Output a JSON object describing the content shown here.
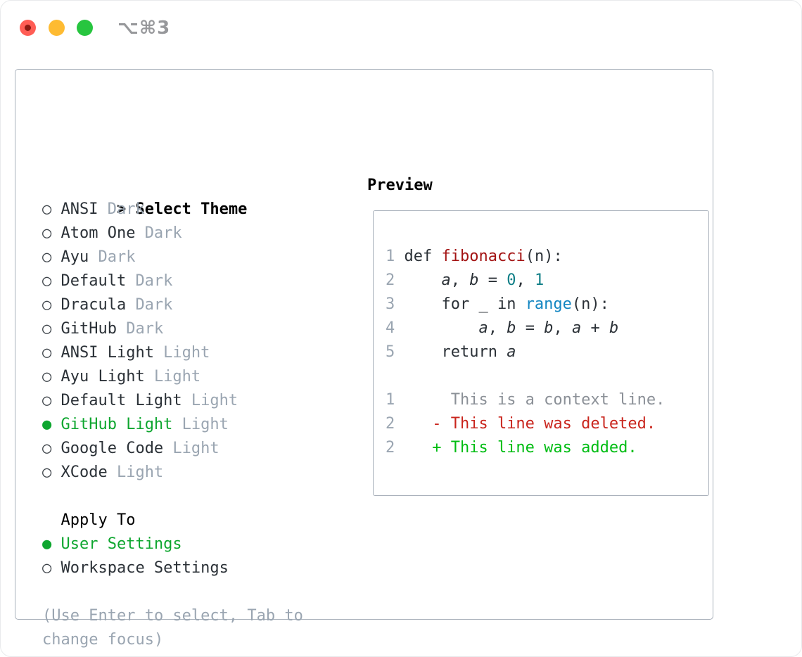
{
  "window": {
    "title": "⌥⌘3",
    "traffic_lights": [
      "close",
      "minimize",
      "zoom"
    ]
  },
  "colors": {
    "text_dark": "#2b3137",
    "muted_gray": "#9aa5b1",
    "selection_green": "#0ea62f",
    "added_green": "#00bd13",
    "deleted_red": "#c9251d",
    "function_red": "#a31313",
    "builtin_blue": "#1386c2",
    "number_teal": "#0e7e86",
    "context_gray": "#8b9097",
    "border_gray": "#a9b1bb",
    "title_gray": "#97989b",
    "traffic_red": "#ff5d55",
    "traffic_red_dot": "#8c1a13",
    "traffic_yellow": "#febb32",
    "traffic_green": "#27c53f"
  },
  "theme_picker": {
    "header_prefix": ">",
    "header": "Select Theme",
    "marker_unselected": "○",
    "marker_selected": "●",
    "themes": [
      {
        "name": "ANSI",
        "tag": "Dark",
        "selected": false
      },
      {
        "name": "Atom One",
        "tag": "Dark",
        "selected": false
      },
      {
        "name": "Ayu",
        "tag": "Dark",
        "selected": false
      },
      {
        "name": "Default",
        "tag": "Dark",
        "selected": false
      },
      {
        "name": "Dracula",
        "tag": "Dark",
        "selected": false
      },
      {
        "name": "GitHub",
        "tag": "Dark",
        "selected": false
      },
      {
        "name": "ANSI Light",
        "tag": "Light",
        "selected": false
      },
      {
        "name": "Ayu Light",
        "tag": "Light",
        "selected": false
      },
      {
        "name": "Default Light",
        "tag": "Light",
        "selected": false
      },
      {
        "name": "GitHub Light",
        "tag": "Light",
        "selected": true
      },
      {
        "name": "Google Code",
        "tag": "Light",
        "selected": false
      },
      {
        "name": "XCode",
        "tag": "Light",
        "selected": false
      }
    ],
    "apply_to": {
      "header": "Apply To",
      "options": [
        {
          "label": "User Settings",
          "selected": true
        },
        {
          "label": "Workspace Settings",
          "selected": false
        }
      ]
    },
    "hint_lines": [
      "(Use Enter to select, Tab to",
      "change focus)"
    ]
  },
  "preview": {
    "header": "Preview",
    "code_lines": [
      [
        {
          "t": "1",
          "c": "ln"
        },
        {
          "t": " def ",
          "c": "txt"
        },
        {
          "t": "fibonacci",
          "c": "fn"
        },
        {
          "t": "(n):",
          "c": "txt"
        }
      ],
      [
        {
          "t": "2",
          "c": "ln"
        },
        {
          "t": "     ",
          "c": "txt"
        },
        {
          "t": "a",
          "c": "var"
        },
        {
          "t": ", ",
          "c": "txt"
        },
        {
          "t": "b",
          "c": "var"
        },
        {
          "t": " = ",
          "c": "txt"
        },
        {
          "t": "0",
          "c": "num"
        },
        {
          "t": ", ",
          "c": "txt"
        },
        {
          "t": "1",
          "c": "num"
        }
      ],
      [
        {
          "t": "3",
          "c": "ln"
        },
        {
          "t": "     for _ in ",
          "c": "txt"
        },
        {
          "t": "range",
          "c": "blue"
        },
        {
          "t": "(n):",
          "c": "txt"
        }
      ],
      [
        {
          "t": "4",
          "c": "ln"
        },
        {
          "t": "         ",
          "c": "txt"
        },
        {
          "t": "a",
          "c": "var"
        },
        {
          "t": ", ",
          "c": "txt"
        },
        {
          "t": "b",
          "c": "var"
        },
        {
          "t": " = ",
          "c": "txt"
        },
        {
          "t": "b",
          "c": "var"
        },
        {
          "t": ", ",
          "c": "txt"
        },
        {
          "t": "a",
          "c": "var"
        },
        {
          "t": " + ",
          "c": "txt"
        },
        {
          "t": "b",
          "c": "var"
        }
      ],
      [
        {
          "t": "5",
          "c": "ln"
        },
        {
          "t": "     return ",
          "c": "txt"
        },
        {
          "t": "a",
          "c": "var"
        }
      ],
      [],
      [
        {
          "t": "1",
          "c": "ln"
        },
        {
          "t": "      This is a context line.",
          "c": "ctx"
        }
      ],
      [
        {
          "t": "2",
          "c": "ln"
        },
        {
          "t": "    - This line was deleted.",
          "c": "del"
        }
      ],
      [
        {
          "t": "2",
          "c": "ln"
        },
        {
          "t": "    + This line was added.",
          "c": "add"
        }
      ]
    ]
  }
}
